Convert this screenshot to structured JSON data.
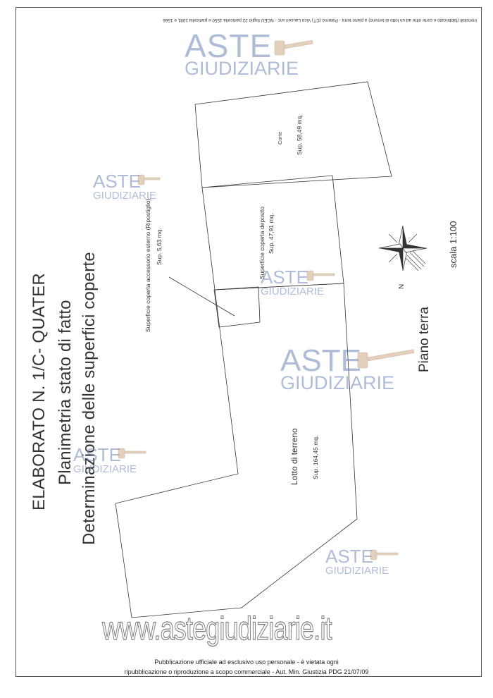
{
  "header": {
    "text": "Immobili (fabbricato e corte oltre ad un lotto di terreno) a piano terra - Paternò (CT) Vico Lauceri snc - NCEU foglio 22 particella 1550 e particella 1081 e 1566"
  },
  "title": {
    "line1": "ELABORATO N. 1/C- QUATER",
    "line2": "Planimetria stato di fatto",
    "line3": "Determinazione delle superfici coperte"
  },
  "labels": {
    "corte_name": "Corte",
    "corte_area": "Sup. 58,49 mq.",
    "deposito_name": "Superficie coperta deposito",
    "deposito_area": "Sup. 47,91 mq.",
    "ripostiglio_name": "Superficie coperta accessorio esterno (Ripostiglio)",
    "ripostiglio_area": "Sup. 5,63 mq.",
    "lotto_name": "Lotto di terreno",
    "lotto_area": "Sup. 164,45 mq."
  },
  "compass": {
    "north_label": "N"
  },
  "plan": {
    "floor": "Piano  terra",
    "scale": "scala 1:100"
  },
  "watermark": {
    "brand_line1": "ASTE",
    "brand_line2": "GIUDIZIARIE",
    "url": "www.astegiudiziarie.it"
  },
  "footer": {
    "line1": "Pubblicazione ufficiale ad esclusivo uso personale - è vietata ogni",
    "line2": "ripubblicazione o riproduzione a scopo commerciale - Aut. Min. Giustizia PDG 21/07/09"
  },
  "colors": {
    "line": "#333333",
    "watermark_blue": "#6e86b8"
  }
}
